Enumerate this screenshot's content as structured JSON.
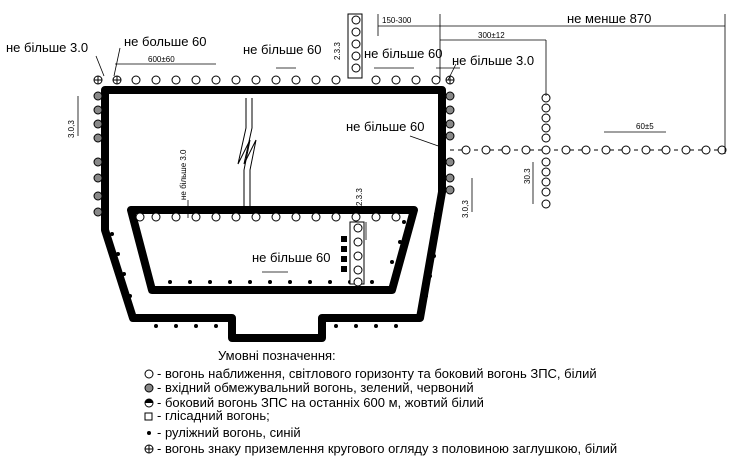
{
  "labels": {
    "ne_bilshe_3_0_left": "не більше 3.0",
    "ne_bolshe_60_left": "не больше 60",
    "dim_600": "600±60",
    "ne_bilshe_60_top": "не більше 60",
    "dim_2_3_3_top": "2.3.3",
    "ne_bilshe_60_right_top": "не більше 60",
    "dim_150_300": "150-300",
    "ne_menshe_870": "не менше 870",
    "dim_300_12": "300±12",
    "ne_bilshe_3_0_right": "не більше 3.0",
    "dim_3_0_3_left": "3.0,3",
    "ne_bilshe_60_middle": "не більше 60",
    "dim_60_5": "60±5",
    "ne_bilshe_3_0_vertical": "не більше 3.0",
    "dim_30_3": "30.3",
    "dim_3_0_3_right": "3.0,3",
    "dim_2_3_3_lower": "2.3.3",
    "ne_bilshe_60_lower": "не більше 60"
  },
  "legend": {
    "title": "Умовні позначення:",
    "items": [
      "- вогонь наближення, світлового горизонту та боковий вогонь ЗПС, білий",
      "- вхідний обмежувальний вогонь, зелений, червоний",
      "- боковий вогонь ЗПС на останніх 600 м, жовтий білий",
      "- глісадний вогонь;",
      "- руліжний вогонь, синій",
      "- вогонь знаку приземлення кругового огляду з половиною заглушкою, білий"
    ]
  }
}
